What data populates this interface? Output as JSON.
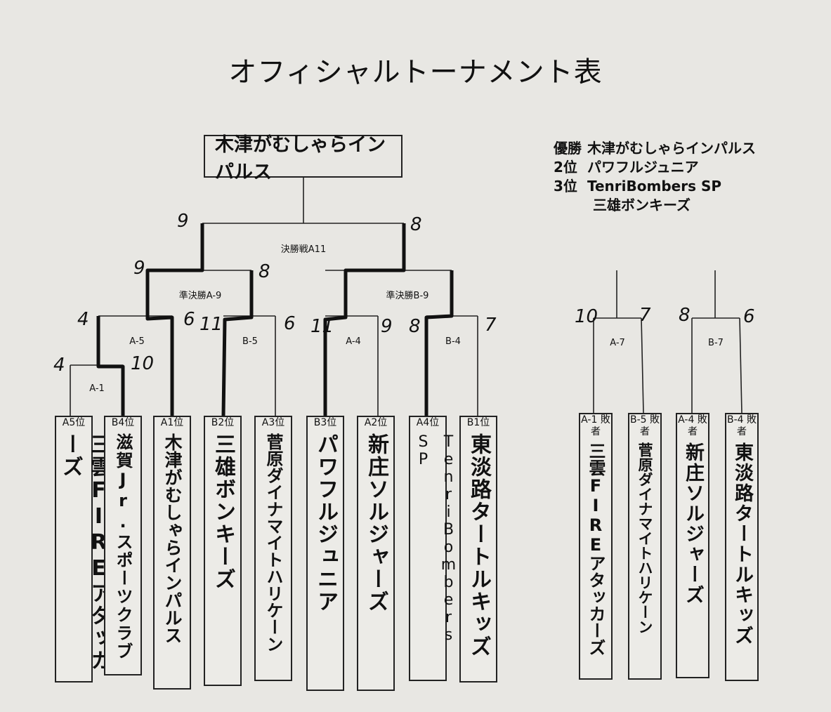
{
  "title": "オフィシャルトーナメント表",
  "champion": "木津がむしゃらインパルス",
  "results": [
    {
      "place": "優勝",
      "team": "木津がむしゃらインパルス"
    },
    {
      "place": "2位",
      "team": "パワフルジュニア"
    },
    {
      "place": "3位",
      "team": "TenriBombers SP"
    },
    {
      "place": "",
      "team": "三雄ボンキーズ"
    }
  ],
  "matches": {
    "final": {
      "label": "決勝戦A11",
      "left": "9",
      "right": "8"
    },
    "a9": {
      "label": "準決勝A-9",
      "left": "9",
      "right": "8"
    },
    "b9": {
      "label": "準決勝B-9"
    },
    "a5": {
      "label": "A-5",
      "left": "4",
      "right": "6"
    },
    "b5": {
      "label": "B-5",
      "left": "11",
      "right": "6"
    },
    "a1": {
      "label": "A-1",
      "left": "4",
      "right": "10"
    },
    "a4": {
      "label": "A-4",
      "left": "11",
      "right": "9"
    },
    "b4": {
      "label": "B-4",
      "left": "8",
      "right": "7"
    },
    "a7": {
      "label": "A-7",
      "left": "10",
      "right": "7"
    },
    "b7": {
      "label": "B-7",
      "left": "8",
      "right": "6"
    }
  },
  "teams": [
    {
      "seed": "A5位",
      "name": "三雲FIREアタッカーズ"
    },
    {
      "seed": "B4位",
      "name": "滋賀Jr.スポーツクラブ"
    },
    {
      "seed": "A1位",
      "name": "木津がむしゃらインパルス"
    },
    {
      "seed": "B2位",
      "name": "三雄ボンキーズ"
    },
    {
      "seed": "A3位",
      "name": "菅原ダイナマイトハリケーン"
    },
    {
      "seed": "B3位",
      "name": "パワフルジュニア"
    },
    {
      "seed": "A2位",
      "name": "新庄ソルジャーズ"
    },
    {
      "seed": "A4位",
      "name": "TenriBombers SP"
    },
    {
      "seed": "B1位",
      "name": "東淡路タートルキッズ"
    }
  ],
  "consolation": [
    {
      "seed": "A-1 敗者",
      "name": "三雲FIREアタッカーズ"
    },
    {
      "seed": "B-5 敗者",
      "name": "菅原ダイナマイトハリケーン"
    },
    {
      "seed": "A-4 敗者",
      "name": "新庄ソルジャーズ"
    },
    {
      "seed": "B-4 敗者",
      "name": "東淡路タートルキッズ"
    }
  ]
}
